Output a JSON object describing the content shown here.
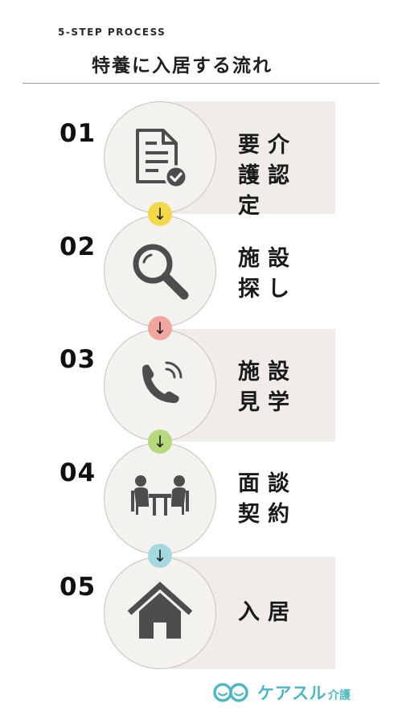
{
  "header": {
    "kicker": "5-STEP PROCESS",
    "title": "特養に入居する流れ"
  },
  "steps": [
    {
      "number": "01",
      "label": "要介護認定",
      "icon": "document-check-icon"
    },
    {
      "number": "02",
      "label": "施設探し",
      "icon": "magnifier-icon"
    },
    {
      "number": "03",
      "label": "施設見学",
      "icon": "phone-icon"
    },
    {
      "number": "04",
      "label": "面談契約",
      "icon": "meeting-icon"
    },
    {
      "number": "05",
      "label": "入居",
      "icon": "house-icon"
    }
  ],
  "connectors": [
    {
      "glyph": "↓",
      "color": "#f3d94a"
    },
    {
      "glyph": "↓",
      "color": "#f1a6a0"
    },
    {
      "glyph": "↓",
      "color": "#b6d97e"
    },
    {
      "glyph": "↓",
      "color": "#a3d9df"
    }
  ],
  "colors": {
    "panel": "#f0ece7",
    "icon": "#4d4d4d",
    "brand": "#4fb7c1"
  },
  "brand": {
    "name": "ケアスル",
    "sub": "介護"
  }
}
